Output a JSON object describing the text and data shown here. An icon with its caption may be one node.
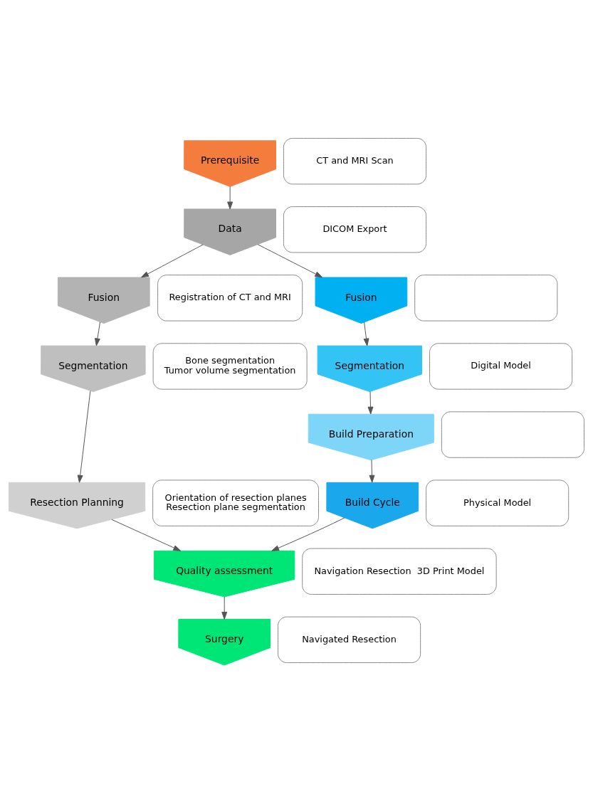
{
  "diagram": {
    "nodes": [
      {
        "text": [
          "Prerequisite"
        ]
      },
      {
        "text": [
          "CT and MRI Scan"
        ]
      },
      {
        "text": [
          "Data"
        ]
      },
      {
        "text": [
          "DICOM Export"
        ]
      },
      {
        "text": [
          "Fusion"
        ]
      },
      {
        "text": [
          "Registration of CT and MRI"
        ]
      },
      {
        "text": [
          "Segmentation"
        ]
      },
      {
        "text": [
          "Bone segmentation",
          "Tumor volume segmentation"
        ]
      },
      {
        "text": [
          "Resection Planning"
        ]
      },
      {
        "text": [
          "Orientation of resection planes",
          "Resection plane segmentation"
        ]
      },
      {
        "text": [
          "Fusion"
        ]
      },
      {
        "text": [],
        "shape": "box"
      },
      {
        "text": [
          "Segmentation"
        ]
      },
      {
        "text": [
          "Digital Model"
        ]
      },
      {
        "text": [
          "Build Preparation"
        ]
      },
      {
        "text": [],
        "shape": "box"
      },
      {
        "text": [
          "Build Cycle"
        ]
      },
      {
        "text": [
          "Physical Model"
        ]
      },
      {
        "text": [
          "Quality assessment"
        ]
      },
      {
        "text": [
          "Navigation Resection  3D Print Model"
        ]
      },
      {
        "text": [
          "Surgery"
        ]
      },
      {
        "text": [
          "Navigated Resection"
        ]
      }
    ],
    "edges": [
      {
        "from": 0,
        "to": 2,
        "arrow": "to"
      },
      {
        "from": 2,
        "to": 4,
        "arrow": "to"
      },
      {
        "from": 2,
        "to": 10,
        "arrow": "to"
      },
      {
        "from": 4,
        "to": 6,
        "arrow": "to"
      },
      {
        "from": 6,
        "to": 8,
        "arrow": "to"
      },
      {
        "from": 10,
        "to": 12,
        "arrow": "to"
      },
      {
        "from": 12,
        "to": 14,
        "arrow": "to"
      },
      {
        "from": 14,
        "to": 16,
        "arrow": "to"
      },
      {
        "from": 8,
        "to": 18,
        "arrow": "to"
      },
      {
        "from": 16,
        "to": 18,
        "arrow": "to"
      },
      {
        "from": 18,
        "to": 20,
        "arrow": "to"
      }
    ]
  }
}
